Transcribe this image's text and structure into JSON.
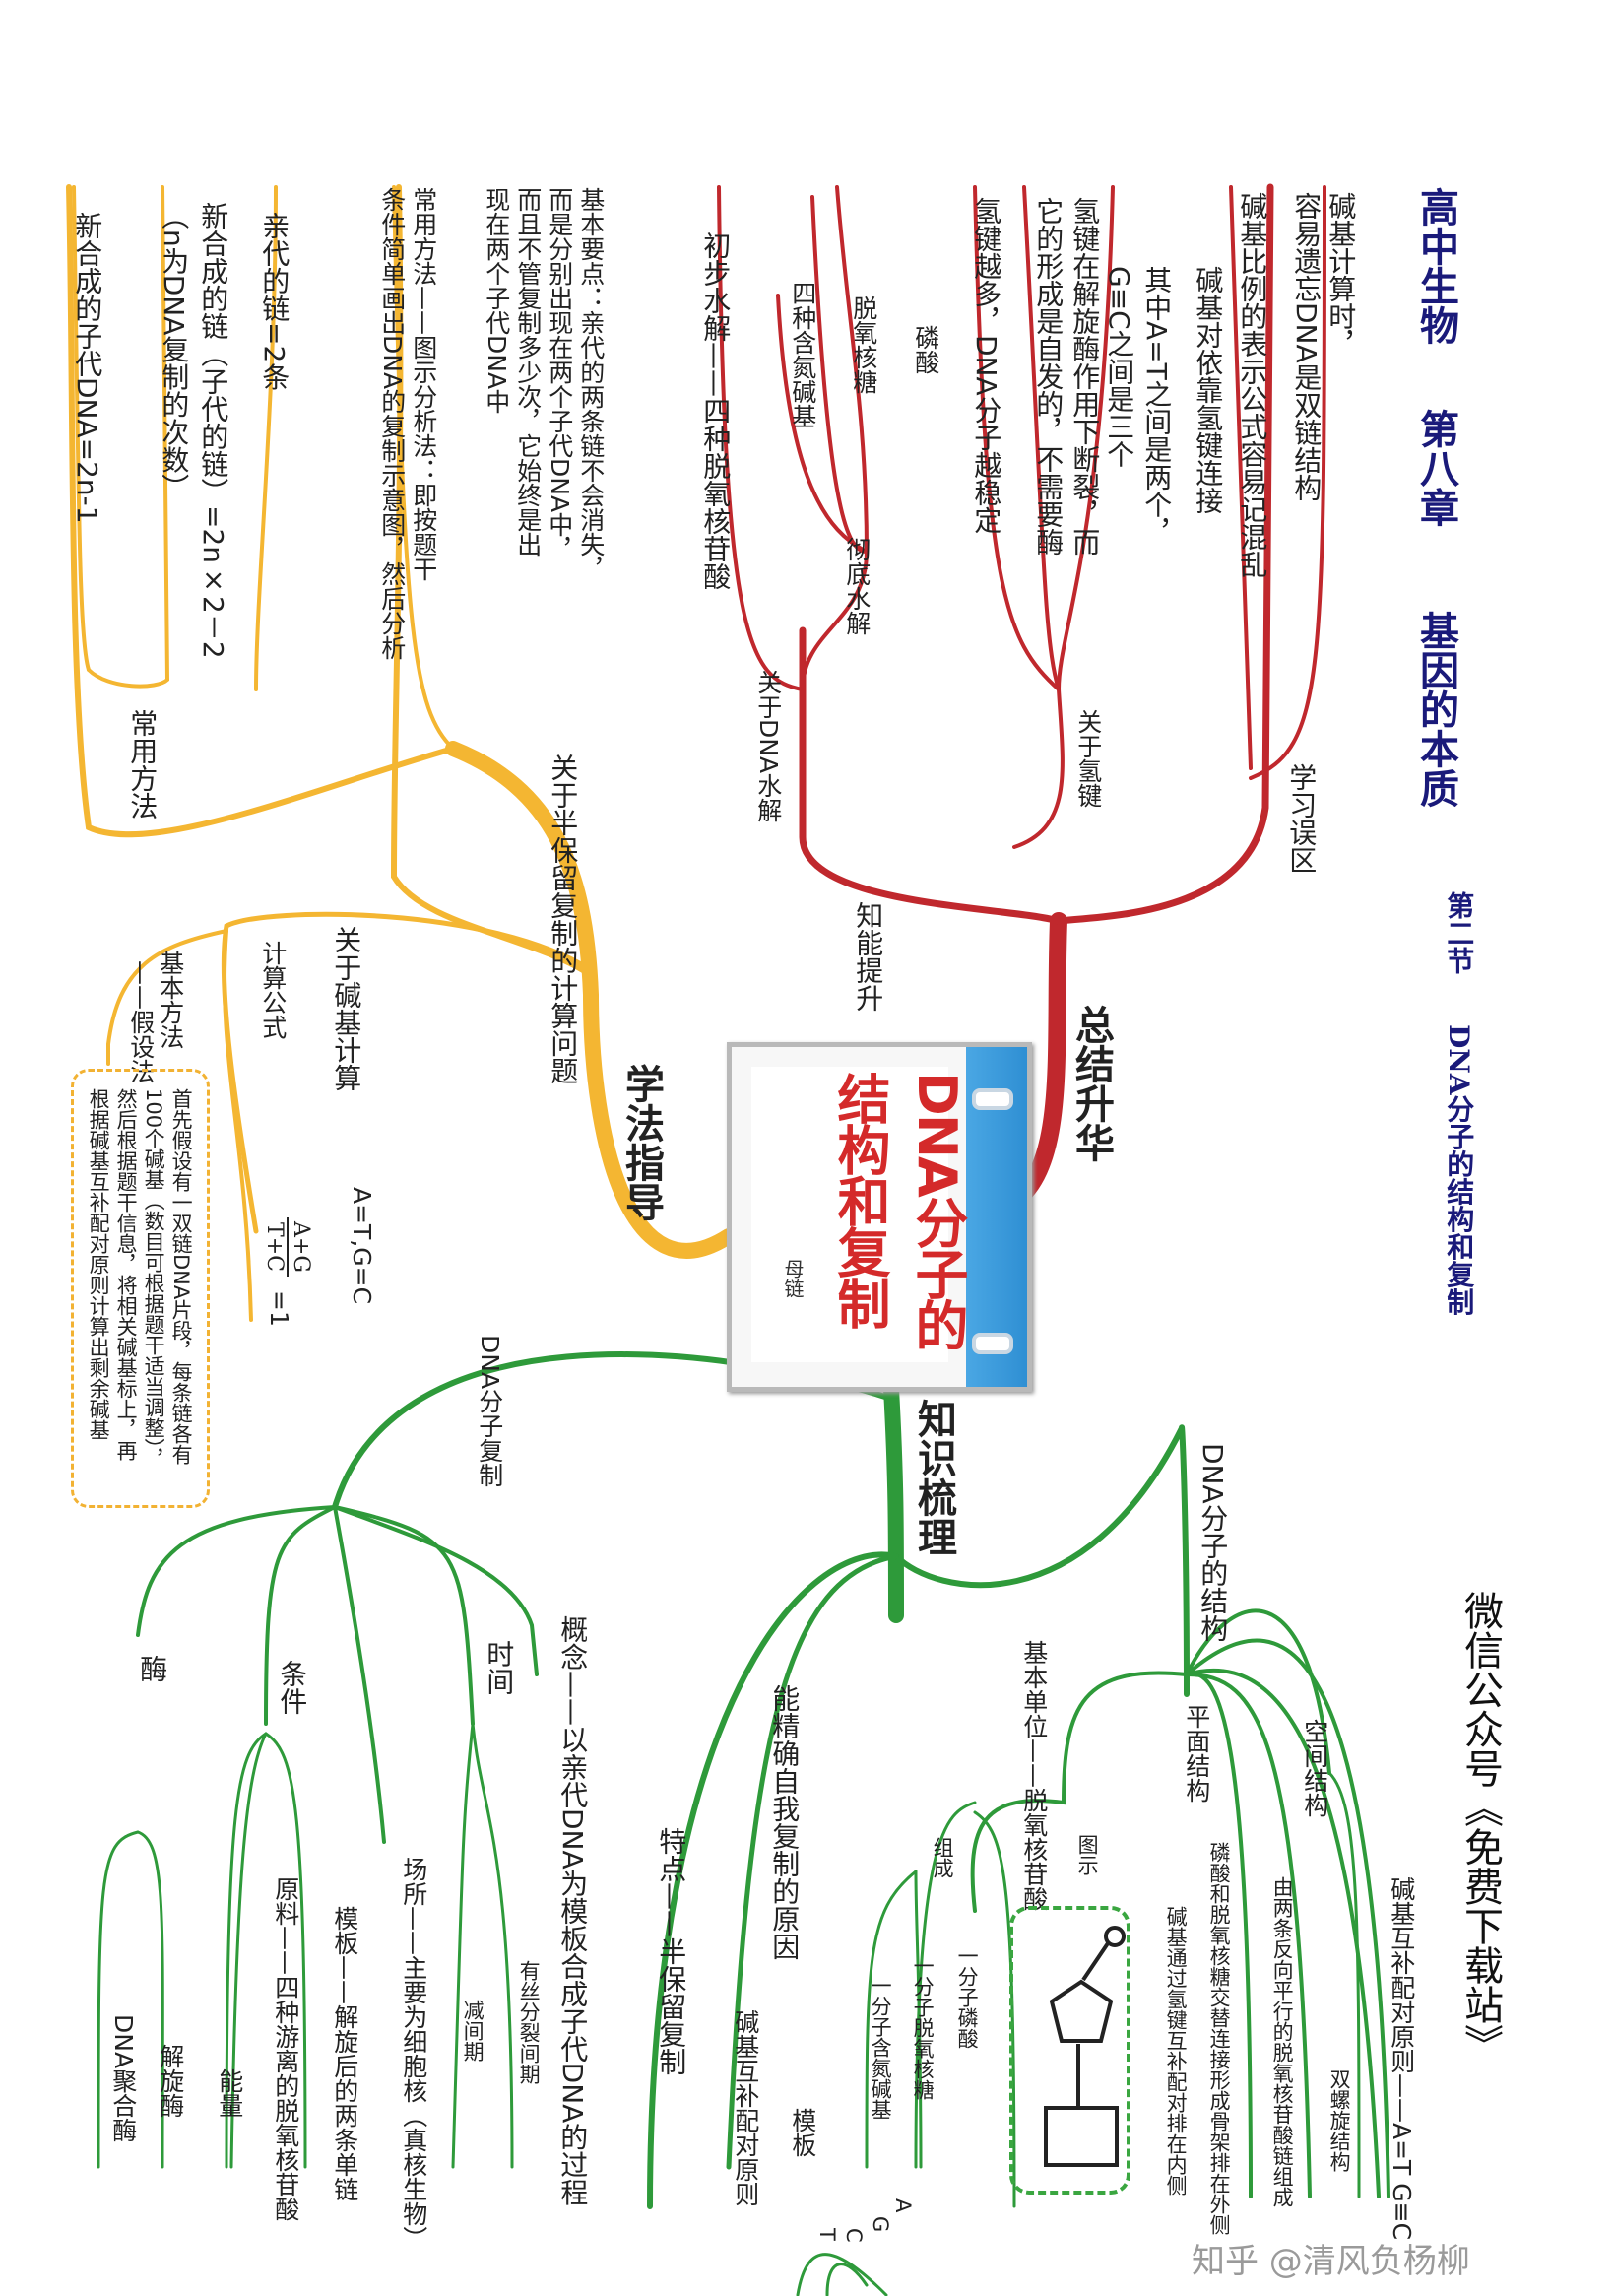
{
  "header": {
    "course": "高中生物",
    "chapter": "第八章",
    "chapter_name": "基因的本质",
    "section": "第二节",
    "section_name": "DNA分子的结构和复制",
    "wechat": "微信公众号《免费下载站》",
    "watermark": "知乎 @清风负杨柳"
  },
  "center": {
    "title": "DNA分子的结构和复制",
    "subtitle": "母链"
  },
  "colors": {
    "red": "#c0282d",
    "yellow": "#f4b632",
    "green": "#2e9a3a",
    "title": "#1a1a7a"
  },
  "summary": {
    "branch": "总结升华",
    "mistakes": "学习误区",
    "ability": "知能提升",
    "about_hbond": "关于氢键",
    "about_hydrolysis": "关于DNA水解",
    "n1": "碱基计算时，",
    "n2": "容易遗忘DNA是双链结构",
    "n3": "碱基比例的表示公式容易记混乱",
    "h1": "碱基对依靠氢键连接",
    "h2": "其中A=T之间是两个，",
    "h3": "G≡C之间是三个",
    "h4": "氢键在解旋酶作用下断裂，而",
    "h5": "它的形成是自发的，不需要酶",
    "h6": "氢键越多，DNA分子越稳定",
    "w1": "彻底水解",
    "w2": "磷酸",
    "w3": "脱氧核糖",
    "w4": "四种含氮碱基",
    "w5": "初步水解——四种脱氧核苷酸"
  },
  "method": {
    "branch": "学法指导",
    "semi": "关于半保留复制的计算问题",
    "common": "常用方法",
    "k1": "基本要点：亲代的两条链不会消失，",
    "k2": "而是分别出现在两个子代DNA中，",
    "k3": "而且不管复制多少次，它始终是出",
    "k4": "现在两个子代DNA中",
    "c1": "常用方法——图示分析法：即按题干",
    "c2": "条件简单画出DNA的复制示意图，然后分析",
    "f1": "亲代的链=2条",
    "f2": "新合成的链（子代的链）=2n×2－2",
    "f3": "（n为DNA复制的次数）",
    "f4": "新合成的子代DNA=2n-1",
    "base_calc": "关于碱基计算",
    "calc_formula": "计算公式",
    "eq1": "A=T,G=C",
    "frac_num": "A+G",
    "frac_den": "T+C",
    "frac_val": "=1",
    "basic": "基本方法",
    "assume": "——假设法",
    "b1": "首先假设有一双链DNA片段，每条链各有",
    "b2": "100个碱基（数目可根据题干适当调整），",
    "b3": "然后根据题干信息，将相关碱基标上，再",
    "b4": "根据碱基互补配对原则计算出剩余碱基"
  },
  "knowledge": {
    "branch": "知识梳理",
    "replication": "DNA分子复制",
    "structure": "DNA分子的结构",
    "concept": "概念——以亲代DNA为模板合成子代DNA的过程",
    "time": "时间",
    "time_v": "有丝分裂间期",
    "time_v2": "减间期",
    "cond": "条件",
    "place": "场所——主要为细胞核（真核生物）",
    "template": "模板——解旋后的两条单链",
    "material": "原料——四种游离的脱氧核苷酸",
    "energy": "能量",
    "enzyme": "酶",
    "enz1": "解旋酶",
    "enz2": "DNA聚合酶",
    "feature": "特点——半保留复制",
    "accurate": "能精确自我复制的原因",
    "acc1": "碱基互补配对原则",
    "acc2": "模板",
    "unit": "基本单位——脱氧核苷酸",
    "comp": "组成",
    "diagram": "图示",
    "u1": "一分子磷酸",
    "u2": "一分子脱氧核糖",
    "u3": "一分子含氮碱基",
    "bases": [
      "A",
      "G",
      "C",
      "T"
    ],
    "plane": "平面结构",
    "space": "空间结构",
    "s1": "由两条反向平行的脱氧核苷酸链组成",
    "s2": "磷酸和脱氧核糖交替连接形成骨架排在外侧",
    "s3": "碱基通过氢键互补配对排在内侧",
    "pair": "碱基互补配对原则——A=T G≡C",
    "helix": "双螺旋结构"
  }
}
